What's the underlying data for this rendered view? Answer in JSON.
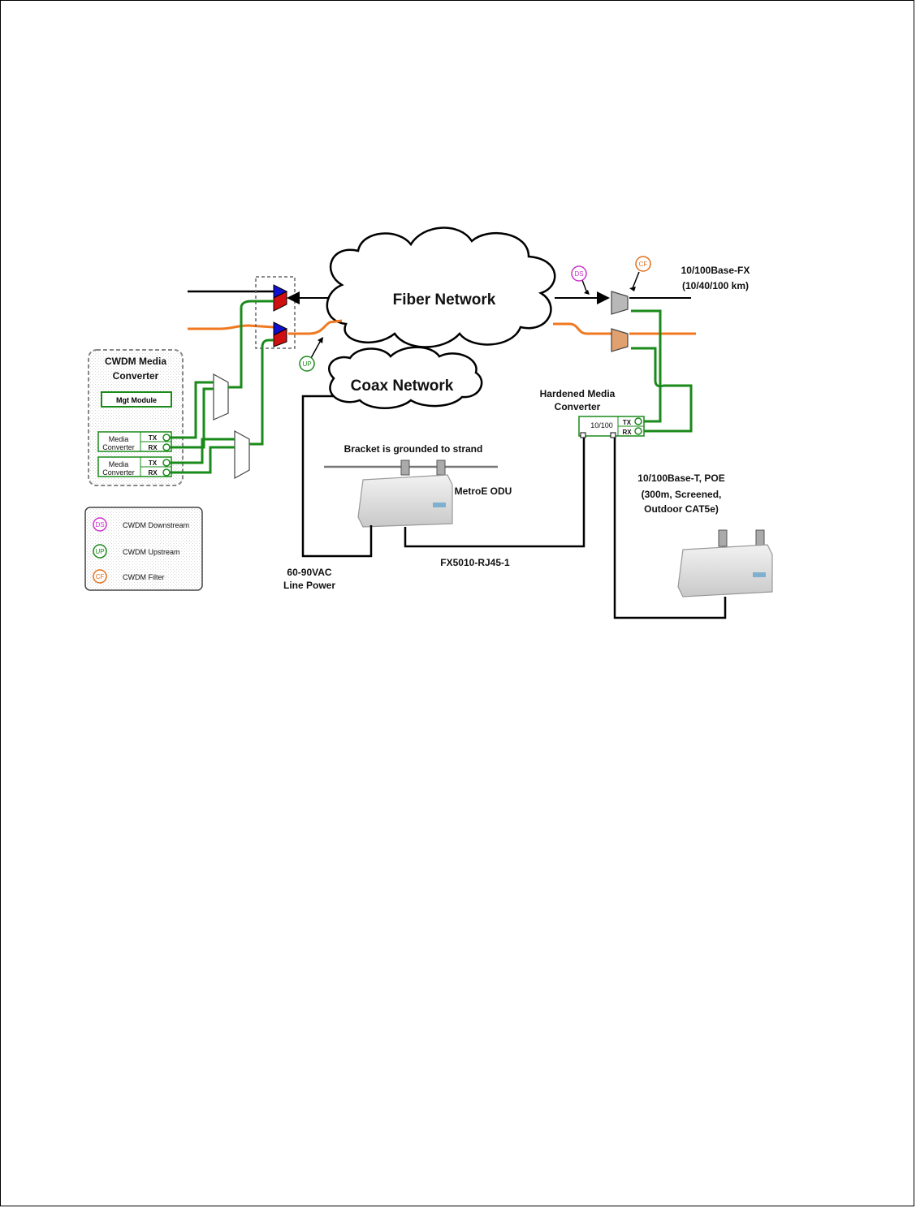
{
  "clouds": {
    "fiber": "Fiber Network",
    "coax": "Coax Network"
  },
  "cwdm_box": {
    "title_line1": "CWDM Media",
    "title_line2": "Converter",
    "mgt_module": "Mgt Module",
    "converters": [
      {
        "label_line1": "Media",
        "label_line2": "Converter",
        "tx": "TX",
        "rx": "RX"
      },
      {
        "label_line1": "Media",
        "label_line2": "Converter",
        "tx": "TX",
        "rx": "RX"
      }
    ]
  },
  "legend": {
    "items": [
      {
        "badge": "DS",
        "label": "CWDM Downstream",
        "color": "#cc33cc"
      },
      {
        "badge": "UP",
        "label": "CWDM Upstream",
        "color": "#1a8a1a"
      },
      {
        "badge": "CF",
        "label": "CWDM Filter",
        "color": "#e07020"
      }
    ]
  },
  "badges": {
    "up": "UP",
    "ds": "DS",
    "cf": "CF"
  },
  "labels": {
    "fx_line1": "10/100Base-FX",
    "fx_line2": "(10/40/100 km)",
    "hardened_line1": "Hardened Media",
    "hardened_line2": "Converter",
    "hmc_port": "10/100",
    "hmc_tx": "TX",
    "hmc_rx": "RX",
    "bracket": "Bracket is grounded to strand",
    "metroe": "MetroE ODU",
    "poe_line1": "10/100Base-T, POE",
    "poe_line2": "(300m, Screened,",
    "poe_line3": "Outdoor CAT5e)",
    "power_line1": "60-90VAC",
    "power_line2": "Line Power",
    "cable": "FX5010-RJ45-1"
  },
  "colors": {
    "green": "#1a8a1a",
    "orange": "#f07820",
    "blue": "#1010d0",
    "red": "#d01010",
    "magenta": "#cc33cc"
  }
}
